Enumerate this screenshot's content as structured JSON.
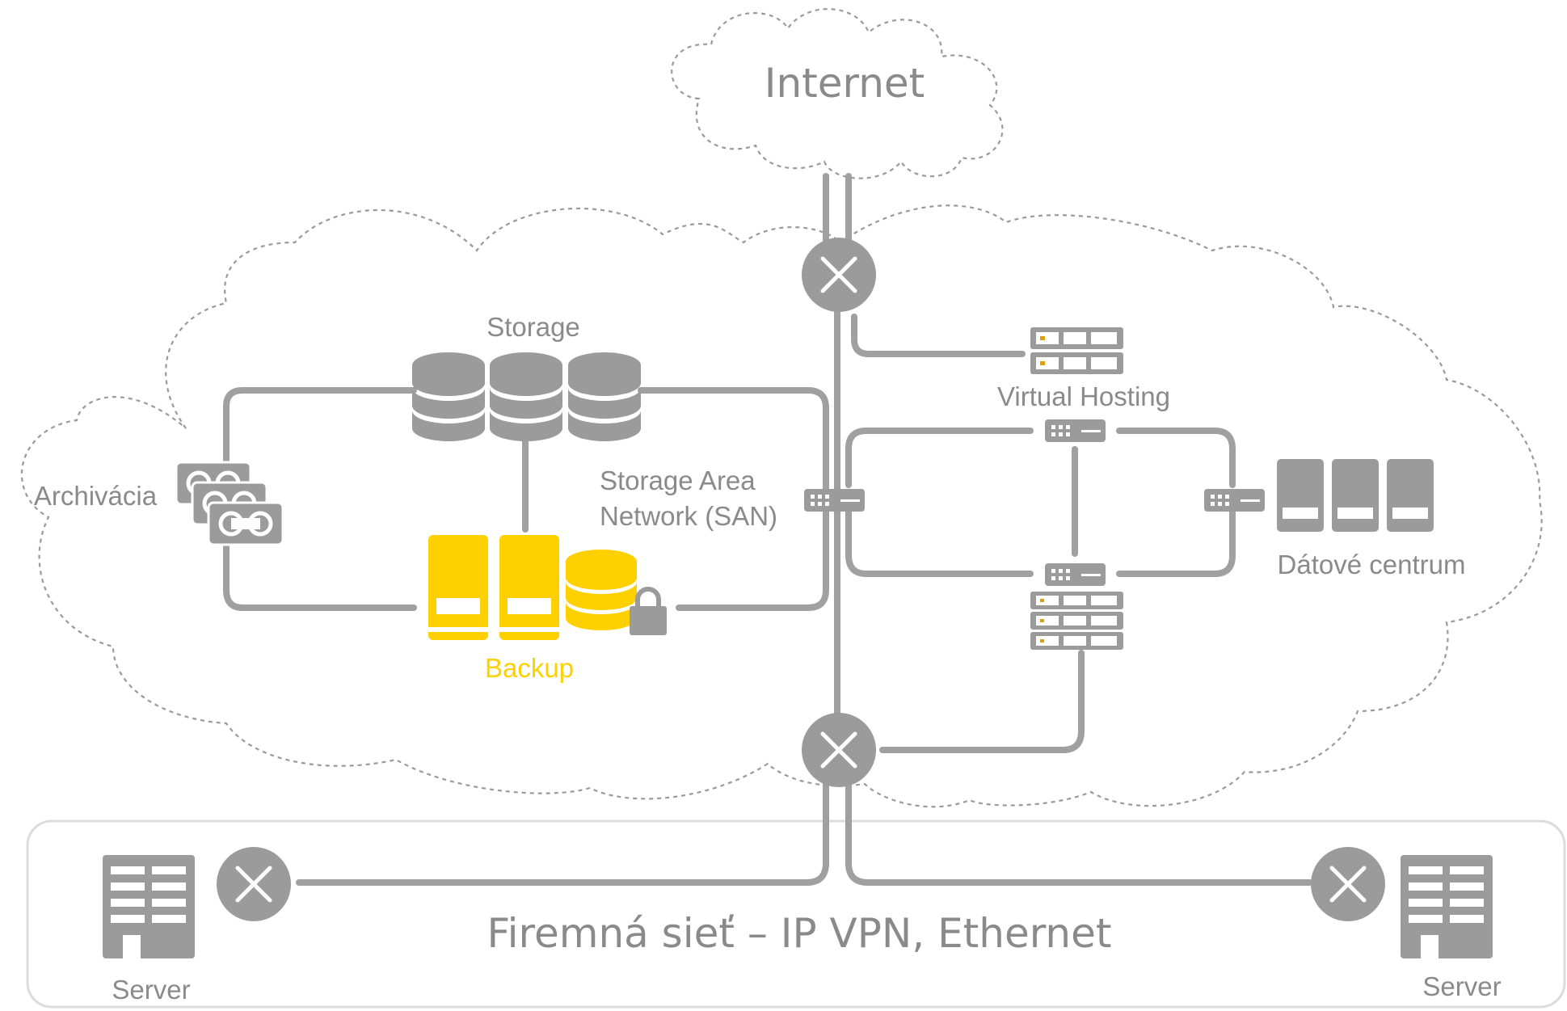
{
  "colors": {
    "gray": "#9b9b9b",
    "line": "#a0a0a0",
    "text": "#8a8a8a",
    "accent": "#ffd000",
    "panel_border": "#dcdcdc"
  },
  "labels": {
    "internet": "Internet",
    "storage": "Storage",
    "archive": "Archivácia",
    "san_line1": "Storage Area",
    "san_line2": "Network (SAN)",
    "backup": "Backup",
    "virtual_hosting": "Virtual Hosting",
    "data_center": "Dátové centrum",
    "corporate_network": "Firemná sieť – IP VPN, Ethernet",
    "server_left": "Server",
    "server_right": "Server"
  },
  "icons": {
    "router": "router-icon",
    "switch": "switch-icon",
    "rack_server": "rack-server-icon",
    "database": "database-icon",
    "tape": "tape-drive-icon",
    "tower_server": "tower-server-icon",
    "lock": "padlock-icon",
    "building": "office-building-icon"
  }
}
